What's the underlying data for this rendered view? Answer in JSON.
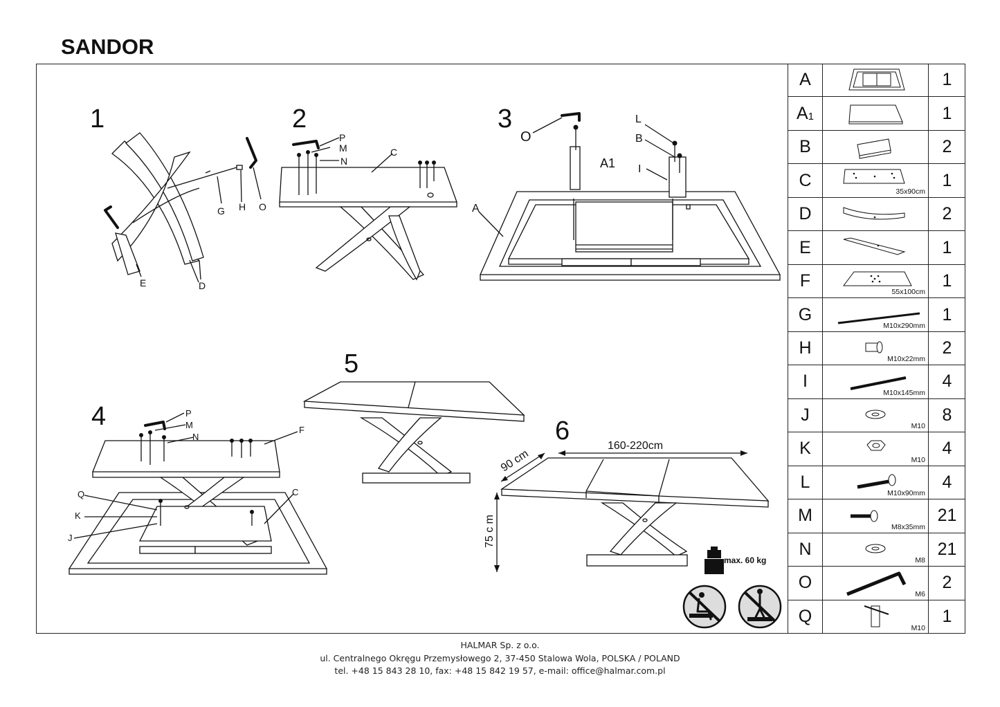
{
  "title": "SANDOR",
  "steps": {
    "s1": {
      "number": "1",
      "labels": {
        "E": "E",
        "D": "D",
        "G": "G",
        "H": "H",
        "O": "O"
      }
    },
    "s2": {
      "number": "2",
      "labels": {
        "P": "P",
        "M": "M",
        "N": "N",
        "C": "C"
      }
    },
    "s3": {
      "number": "3",
      "labels": {
        "O": "O",
        "L": "L",
        "B": "B",
        "A1": "A1",
        "I": "I",
        "A": "A"
      }
    },
    "s4": {
      "number": "4",
      "labels": {
        "P": "P",
        "M": "M",
        "N": "N",
        "F": "F",
        "Q": "Q",
        "K": "K",
        "J": "J",
        "C": "C"
      }
    },
    "s5": {
      "number": "5"
    },
    "s6": {
      "number": "6",
      "width": "90 cm",
      "length": "160-220cm",
      "height": "75 c m",
      "max_load": "max. 60 kg"
    }
  },
  "parts": [
    {
      "letter": "A",
      "sub": "",
      "icon": "frame-icon",
      "spec": "",
      "qty": "1"
    },
    {
      "letter": "A",
      "sub": "1",
      "icon": "leaf-panel-icon",
      "spec": "",
      "qty": "1"
    },
    {
      "letter": "B",
      "sub": "",
      "icon": "block-icon",
      "spec": "",
      "qty": "2"
    },
    {
      "letter": "C",
      "sub": "",
      "icon": "plate-c-icon",
      "spec": "35x90cm",
      "qty": "1"
    },
    {
      "letter": "D",
      "sub": "",
      "icon": "curved-leg-icon",
      "spec": "",
      "qty": "2"
    },
    {
      "letter": "E",
      "sub": "",
      "icon": "beam-icon",
      "spec": "",
      "qty": "1"
    },
    {
      "letter": "F",
      "sub": "",
      "icon": "plate-f-icon",
      "spec": "55x100cm",
      "qty": "1"
    },
    {
      "letter": "G",
      "sub": "",
      "icon": "threaded-rod-icon",
      "spec": "M10x290mm",
      "qty": "1"
    },
    {
      "letter": "H",
      "sub": "",
      "icon": "barrel-nut-icon",
      "spec": "M10x22mm",
      "qty": "2"
    },
    {
      "letter": "I",
      "sub": "",
      "icon": "stud-icon",
      "spec": "M10x145mm",
      "qty": "4"
    },
    {
      "letter": "J",
      "sub": "",
      "icon": "washer-icon",
      "spec": "M10",
      "qty": "8"
    },
    {
      "letter": "K",
      "sub": "",
      "icon": "hex-nut-icon",
      "spec": "M10",
      "qty": "4"
    },
    {
      "letter": "L",
      "sub": "",
      "icon": "bolt-icon",
      "spec": "M10x90mm",
      "qty": "4"
    },
    {
      "letter": "M",
      "sub": "",
      "icon": "screw-icon",
      "spec": "M8x35mm",
      "qty": "21"
    },
    {
      "letter": "N",
      "sub": "",
      "icon": "washer-icon",
      "spec": "M8",
      "qty": "21"
    },
    {
      "letter": "O",
      "sub": "",
      "icon": "allen-key-icon",
      "spec": "M6",
      "qty": "2"
    },
    {
      "letter": "Q",
      "sub": "",
      "icon": "socket-wrench-icon",
      "spec": "M10",
      "qty": "1"
    }
  ],
  "footer": {
    "company": "HALMAR Sp. z o.o.",
    "address": "ul. Centralnego Okręgu Przemysłowego 2, 37-450 Stalowa Wola, POLSKA / POLAND",
    "contact": "tel. +48 15 843 28 10, fax: +48 15 842 19 57, e-mail: office@halmar.com.pl"
  }
}
